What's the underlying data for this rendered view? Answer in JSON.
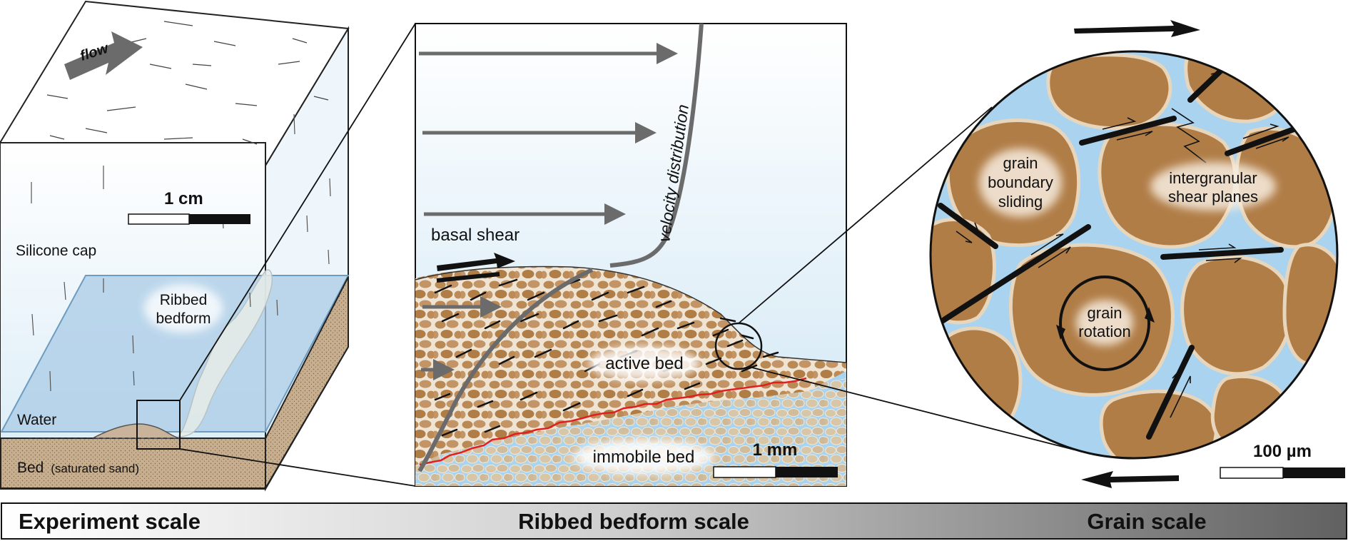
{
  "experiment": {
    "flow_label": "flow",
    "scale_label": "1 cm",
    "silicone_label": "Silicone cap",
    "bedform_label_1": "Ribbed",
    "bedform_label_2": "bedform",
    "water_label": "Water",
    "bed_label": "Bed",
    "bed_label_small": "(saturated sand)"
  },
  "bedform": {
    "velocity_label": "velocity distribution",
    "basal_shear_label": "basal shear",
    "active_bed_label": "active bed",
    "immobile_bed_label": "immobile bed",
    "scale_label": "1 mm"
  },
  "grain": {
    "sliding_label_1": "grain",
    "sliding_label_2": "boundary",
    "sliding_label_3": "sliding",
    "shear_planes_label_1": "intergranular",
    "shear_planes_label_2": "shear planes",
    "rotation_label_1": "grain",
    "rotation_label_2": "rotation",
    "scale_label": "100 µm"
  },
  "scale_bar": {
    "left": "Experiment scale",
    "middle": "Ribbed bedform scale",
    "right": "Grain scale"
  },
  "colors": {
    "water_blue": "#a9d3ee",
    "grain_brown": "#b07d47",
    "sand": "#d3bd9f",
    "red_line": "#e02020",
    "arrow_gray": "#6b6b6b"
  }
}
